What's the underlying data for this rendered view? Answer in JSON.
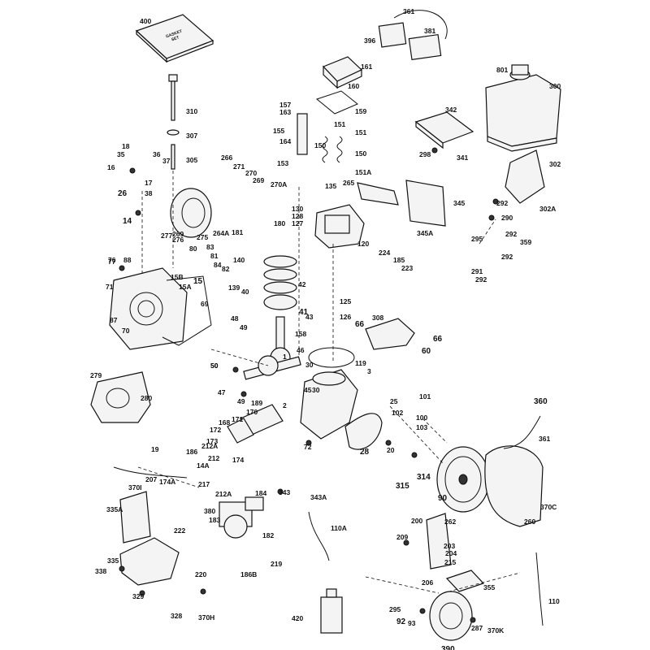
{
  "labels": [
    "400",
    "361",
    "396",
    "381",
    "161",
    "160",
    "801",
    "300",
    "310",
    "157",
    "163",
    "159",
    "151",
    "151",
    "307",
    "155",
    "164",
    "150",
    "150",
    "342",
    "18",
    "35",
    "36",
    "37",
    "305",
    "153",
    "151A",
    "298",
    "341",
    "302",
    "16",
    "266",
    "271",
    "270",
    "269",
    "270A",
    "26",
    "38",
    "17",
    "135",
    "265",
    "345",
    "130",
    "128",
    "127",
    "14",
    "292",
    "302A",
    "269",
    "276",
    "275",
    "264A",
    "181",
    "180",
    "290",
    "292",
    "295",
    "359",
    "277",
    "292",
    "77",
    "80",
    "83",
    "81",
    "84",
    "82",
    "140",
    "224",
    "185",
    "223",
    "291",
    "292",
    "76",
    "88",
    "15B",
    "15A",
    "15",
    "71",
    "120",
    "345A",
    "42",
    "40",
    "139",
    "87",
    "70",
    "69",
    "48",
    "49",
    "41",
    "43",
    "125",
    "126",
    "158",
    "308",
    "66",
    "66",
    "60",
    "50",
    "46",
    "1",
    "119",
    "3",
    "50",
    "279",
    "280",
    "30",
    "45",
    "30",
    "47",
    "49",
    "189",
    "170",
    "168",
    "171",
    "172",
    "173",
    "212A",
    "2",
    "25",
    "101",
    "102",
    "100",
    "103",
    "72",
    "28",
    "20",
    "360",
    "361",
    "19",
    "186",
    "212",
    "174",
    "14A",
    "207",
    "174A",
    "217",
    "370I",
    "335A",
    "212A",
    "184",
    "343",
    "343A",
    "380",
    "183",
    "222",
    "182",
    "110A",
    "219",
    "335",
    "220",
    "186B",
    "338",
    "329",
    "328",
    "370H",
    "314",
    "315",
    "90",
    "260",
    "370C",
    "209",
    "200",
    "262",
    "203",
    "204",
    "215",
    "206",
    "355",
    "110",
    "420",
    "295",
    "92",
    "93",
    "287",
    "370K",
    "390"
  ],
  "gasket_box": {
    "line1": "GASKET",
    "line2": "SET"
  }
}
